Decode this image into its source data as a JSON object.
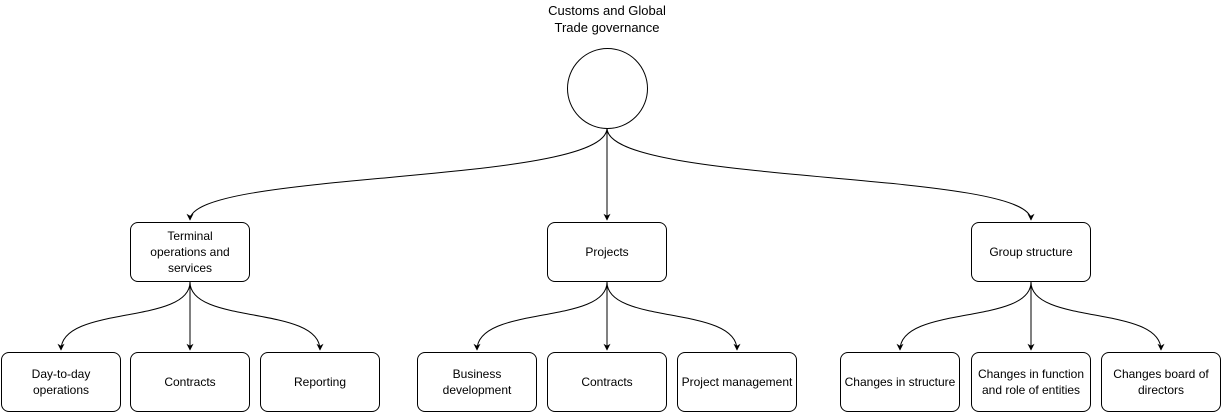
{
  "root": {
    "label_line1": "Customs and Global",
    "label_line2": "Trade governance"
  },
  "level1": [
    {
      "label": "Terminal operations and services"
    },
    {
      "label": "Projects"
    },
    {
      "label": "Group structure"
    }
  ],
  "level2": [
    {
      "label": "Day-to-day operations"
    },
    {
      "label": "Contracts"
    },
    {
      "label": "Reporting"
    },
    {
      "label": "Business development"
    },
    {
      "label": "Contracts"
    },
    {
      "label": "Project management"
    },
    {
      "label": "Changes in structure"
    },
    {
      "label": "Changes in function and role of entities"
    },
    {
      "label": "Changes board of directors"
    }
  ]
}
